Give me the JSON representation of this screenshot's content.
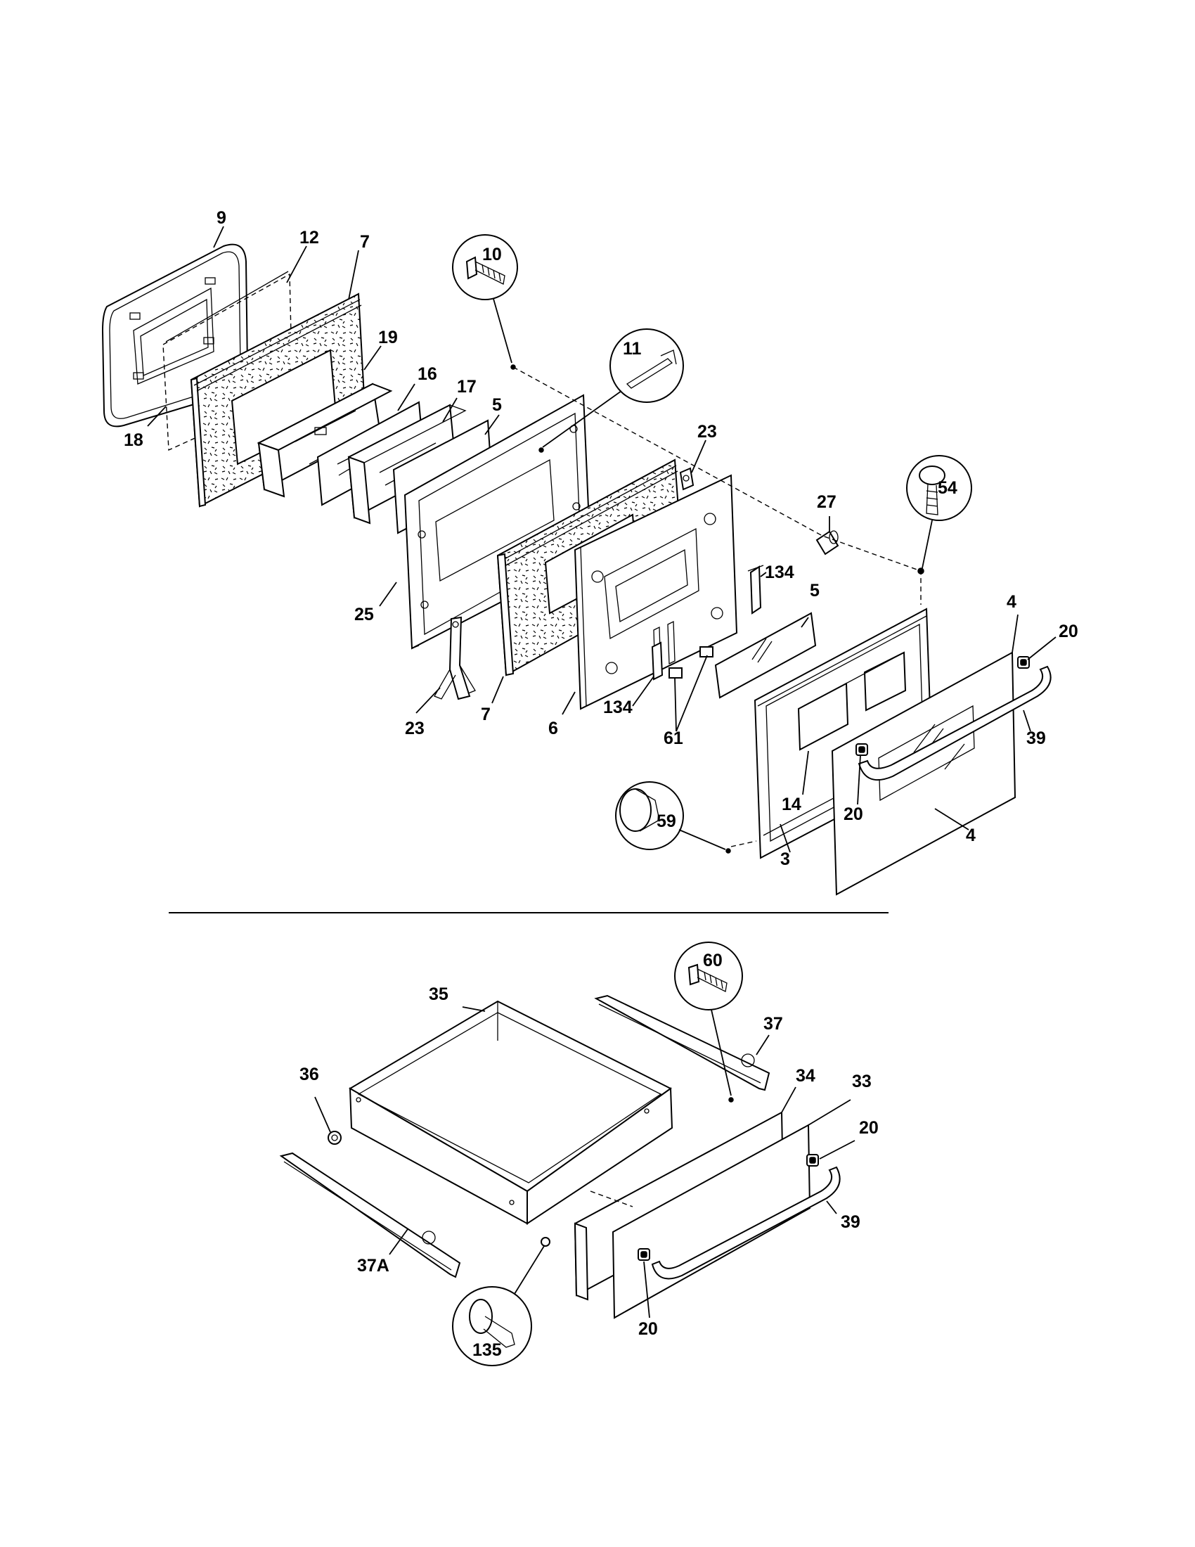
{
  "callouts": {
    "c9": "9",
    "c12": "12",
    "c7a": "7",
    "c19": "19",
    "c16": "16",
    "c17": "17",
    "c5a": "5",
    "c18": "18",
    "c10": "10",
    "c11": "11",
    "c23a": "23",
    "c25": "25",
    "c23b": "23",
    "c7b": "7",
    "c6": "6",
    "c134a": "134",
    "c61": "61",
    "c134b": "134",
    "c5b": "5",
    "c27": "27",
    "c54": "54",
    "c4a": "4",
    "c20a": "20",
    "c39a": "39",
    "c14": "14",
    "c20b": "20",
    "c4b": "4",
    "c59": "59",
    "c3": "3",
    "c35": "35",
    "c60": "60",
    "c37": "37",
    "c36": "36",
    "c34": "34",
    "c33": "33",
    "c20c": "20",
    "c39b": "39",
    "c37a": "37A",
    "c135": "135",
    "c20d": "20"
  }
}
